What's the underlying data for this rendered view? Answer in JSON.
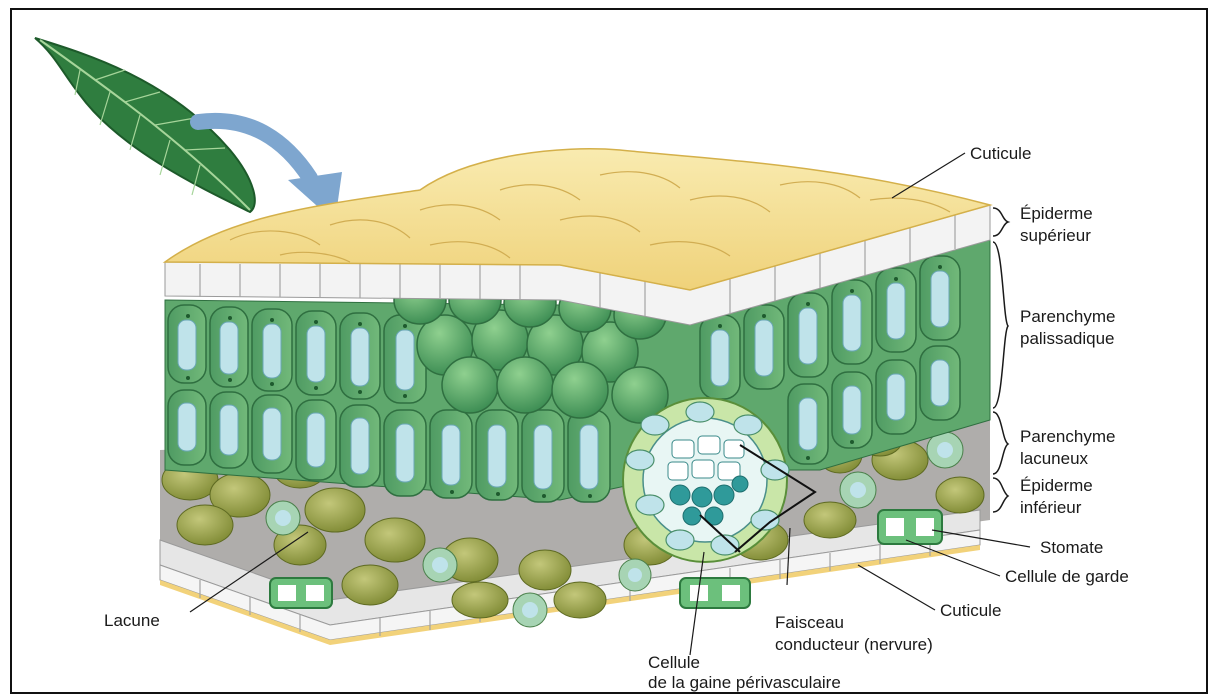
{
  "labels": {
    "cuticule_top": "Cuticule",
    "epiderme_sup_1": "Épiderme",
    "epiderme_sup_2": "supérieur",
    "palissadique_1": "Parenchyme",
    "palissadique_2": "palissadique",
    "lacuneux_1": "Parenchyme",
    "lacuneux_2": "lacuneux",
    "epiderme_inf_1": "Épiderme",
    "epiderme_inf_2": "inférieur",
    "stomate": "Stomate",
    "cellule_garde": "Cellule de garde",
    "cuticule_bottom": "Cuticule",
    "faisceau_1": "Faisceau",
    "faisceau_2": "conducteur (nervure)",
    "gaine_1": "Cellule",
    "gaine_2": "de la gaine périvasculaire",
    "lacune": "Lacune"
  },
  "colors": {
    "cuticle": "#f6e29a",
    "epidermis": "#f2f2f2",
    "palisade": "#5aa56a",
    "spongy": "#9aa24a",
    "vacuole": "#bfe3ea",
    "xylem": "#2f9a9a",
    "arrow": "#7ea6cf"
  }
}
